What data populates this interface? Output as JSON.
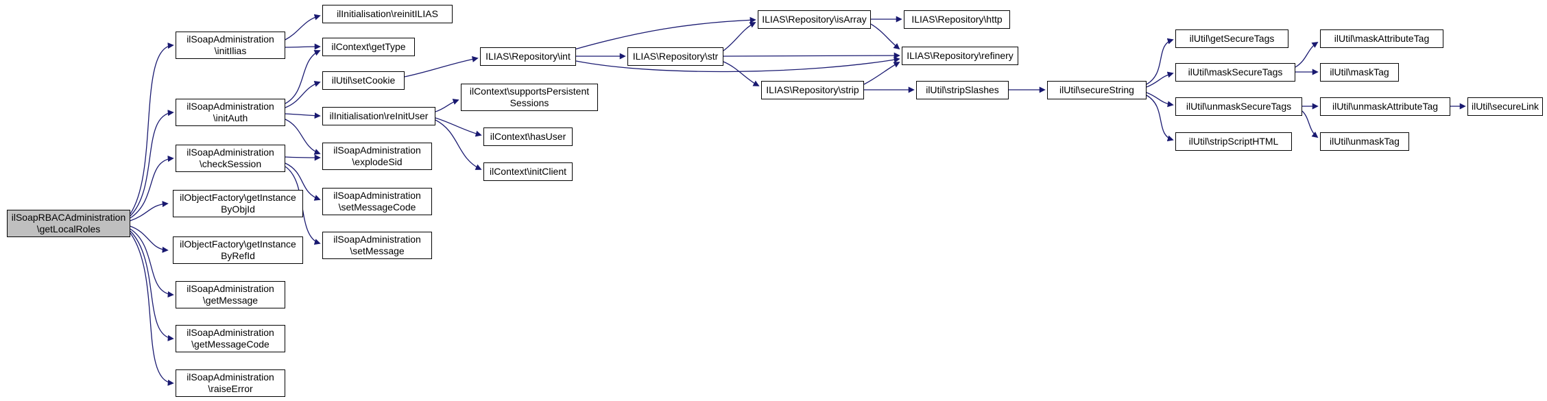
{
  "diagram_type": "call-graph",
  "colors": {
    "edge": "#191970",
    "node_border": "#000000",
    "node_fill": "#ffffff",
    "highlight_fill": "#bfbfbf",
    "background": "#ffffff"
  },
  "nodes": {
    "getLocalRoles": {
      "lines": [
        "ilSoapRBACAdministration",
        "\\getLocalRoles"
      ],
      "highlighted": true
    },
    "initIlias": {
      "lines": [
        "ilSoapAdministration",
        "\\initIlias"
      ]
    },
    "initAuth": {
      "lines": [
        "ilSoapAdministration",
        "\\initAuth"
      ]
    },
    "checkSession": {
      "lines": [
        "ilSoapAdministration",
        "\\checkSession"
      ]
    },
    "getInstanceByObjId": {
      "lines": [
        "ilObjectFactory\\getInstance",
        "ByObjId"
      ]
    },
    "getInstanceByRefId": {
      "lines": [
        "ilObjectFactory\\getInstance",
        "ByRefId"
      ]
    },
    "getMessage": {
      "lines": [
        "ilSoapAdministration",
        "\\getMessage"
      ]
    },
    "getMessageCode": {
      "lines": [
        "ilSoapAdministration",
        "\\getMessageCode"
      ]
    },
    "raiseError": {
      "lines": [
        "ilSoapAdministration",
        "\\raiseError"
      ]
    },
    "reinitILIAS": {
      "lines": [
        "ilInitialisation\\reinitILIAS"
      ]
    },
    "getType": {
      "lines": [
        "ilContext\\getType"
      ]
    },
    "setCookie": {
      "lines": [
        "ilUtil\\setCookie"
      ]
    },
    "reInitUser": {
      "lines": [
        "ilInitialisation\\reInitUser"
      ]
    },
    "explodeSid": {
      "lines": [
        "ilSoapAdministration",
        "\\explodeSid"
      ]
    },
    "setMessageCode": {
      "lines": [
        "ilSoapAdministration",
        "\\setMessageCode"
      ]
    },
    "setMessage": {
      "lines": [
        "ilSoapAdministration",
        "\\setMessage"
      ]
    },
    "repoInt": {
      "lines": [
        "ILIAS\\Repository\\int"
      ]
    },
    "supportsPersistentSessions": {
      "lines": [
        "ilContext\\supportsPersistent",
        "Sessions"
      ]
    },
    "hasUser": {
      "lines": [
        "ilContext\\hasUser"
      ]
    },
    "initClient": {
      "lines": [
        "ilContext\\initClient"
      ]
    },
    "repoStr": {
      "lines": [
        "ILIAS\\Repository\\str"
      ]
    },
    "repoIsArray": {
      "lines": [
        "ILIAS\\Repository\\isArray"
      ]
    },
    "repoStrip": {
      "lines": [
        "ILIAS\\Repository\\strip"
      ]
    },
    "repoHttp": {
      "lines": [
        "ILIAS\\Repository\\http"
      ]
    },
    "repoRefinery": {
      "lines": [
        "ILIAS\\Repository\\refinery"
      ]
    },
    "stripSlashes": {
      "lines": [
        "ilUtil\\stripSlashes"
      ]
    },
    "secureString": {
      "lines": [
        "ilUtil\\secureString"
      ]
    },
    "getSecureTags": {
      "lines": [
        "ilUtil\\getSecureTags"
      ]
    },
    "maskSecureTags": {
      "lines": [
        "ilUtil\\maskSecureTags"
      ]
    },
    "unmaskSecureTags": {
      "lines": [
        "ilUtil\\unmaskSecureTags"
      ]
    },
    "stripScriptHTML": {
      "lines": [
        "ilUtil\\stripScriptHTML"
      ]
    },
    "maskAttributeTag": {
      "lines": [
        "ilUtil\\maskAttributeTag"
      ]
    },
    "maskTag": {
      "lines": [
        "ilUtil\\maskTag"
      ]
    },
    "unmaskAttributeTag": {
      "lines": [
        "ilUtil\\unmaskAttributeTag"
      ]
    },
    "unmaskTag": {
      "lines": [
        "ilUtil\\unmaskTag"
      ]
    },
    "secureLink": {
      "lines": [
        "ilUtil\\secureLink"
      ]
    }
  },
  "edges": [
    [
      "getLocalRoles",
      "initIlias"
    ],
    [
      "getLocalRoles",
      "initAuth"
    ],
    [
      "getLocalRoles",
      "checkSession"
    ],
    [
      "getLocalRoles",
      "getInstanceByObjId"
    ],
    [
      "getLocalRoles",
      "getInstanceByRefId"
    ],
    [
      "getLocalRoles",
      "getMessage"
    ],
    [
      "getLocalRoles",
      "getMessageCode"
    ],
    [
      "getLocalRoles",
      "raiseError"
    ],
    [
      "initIlias",
      "reinitILIAS"
    ],
    [
      "initIlias",
      "getType"
    ],
    [
      "initAuth",
      "getType"
    ],
    [
      "initAuth",
      "setCookie"
    ],
    [
      "initAuth",
      "reInitUser"
    ],
    [
      "initAuth",
      "explodeSid"
    ],
    [
      "checkSession",
      "explodeSid"
    ],
    [
      "checkSession",
      "setMessageCode"
    ],
    [
      "checkSession",
      "setMessage"
    ],
    [
      "setCookie",
      "repoInt"
    ],
    [
      "reInitUser",
      "supportsPersistentSessions"
    ],
    [
      "reInitUser",
      "hasUser"
    ],
    [
      "reInitUser",
      "initClient"
    ],
    [
      "repoInt",
      "repoStr"
    ],
    [
      "repoInt",
      "repoIsArray"
    ],
    [
      "repoInt",
      "repoRefinery"
    ],
    [
      "repoStr",
      "repoIsArray"
    ],
    [
      "repoStr",
      "repoRefinery"
    ],
    [
      "repoStr",
      "repoStrip"
    ],
    [
      "repoIsArray",
      "repoHttp"
    ],
    [
      "repoIsArray",
      "repoRefinery"
    ],
    [
      "repoStrip",
      "repoRefinery"
    ],
    [
      "repoStrip",
      "stripSlashes"
    ],
    [
      "stripSlashes",
      "secureString"
    ],
    [
      "secureString",
      "getSecureTags"
    ],
    [
      "secureString",
      "maskSecureTags"
    ],
    [
      "secureString",
      "unmaskSecureTags"
    ],
    [
      "secureString",
      "stripScriptHTML"
    ],
    [
      "maskSecureTags",
      "maskAttributeTag"
    ],
    [
      "maskSecureTags",
      "maskTag"
    ],
    [
      "unmaskSecureTags",
      "unmaskAttributeTag"
    ],
    [
      "unmaskSecureTags",
      "unmaskTag"
    ],
    [
      "unmaskAttributeTag",
      "secureLink"
    ]
  ]
}
